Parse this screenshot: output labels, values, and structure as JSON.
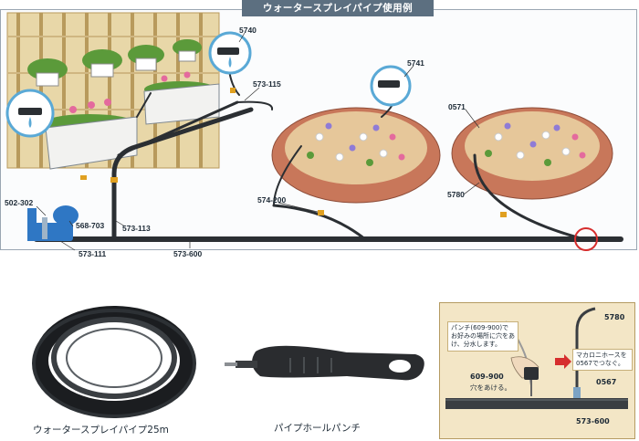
{
  "title": "ウォータースプレイパイプ使用例",
  "part_labels": {
    "p5740": "5740",
    "p5741": "5741",
    "p0571": "0571",
    "p573_115": "573-115",
    "p502_302": "502-302",
    "p568_703": "568-703",
    "p573_113": "573-113",
    "p573_111": "573-111",
    "p574_200": "574-200",
    "p573_600": "573-600",
    "p5780": "5780"
  },
  "zoom": {
    "note_punch": "パンチ(609-900)でお好みの場所に穴をあけ、分水します。",
    "note_hose": "マカロニホースを0567でつなぐ。",
    "label_5780": "5780",
    "label_609_900": "609-900",
    "label_hole": "穴をあける。",
    "label_0567": "0567",
    "label_573_600": "573-600"
  },
  "captions": {
    "pipe": "ウォータースプレイパイプ25m",
    "punch": "パイプホールパンチ"
  },
  "colors": {
    "title_bg": "#5c6f80",
    "pipe": "#2b2f33",
    "brick": "#c8775a",
    "callout_ring": "#5aa9d6",
    "arrow": "#d62e2e",
    "zoom_bg": "#f3e6c6"
  }
}
